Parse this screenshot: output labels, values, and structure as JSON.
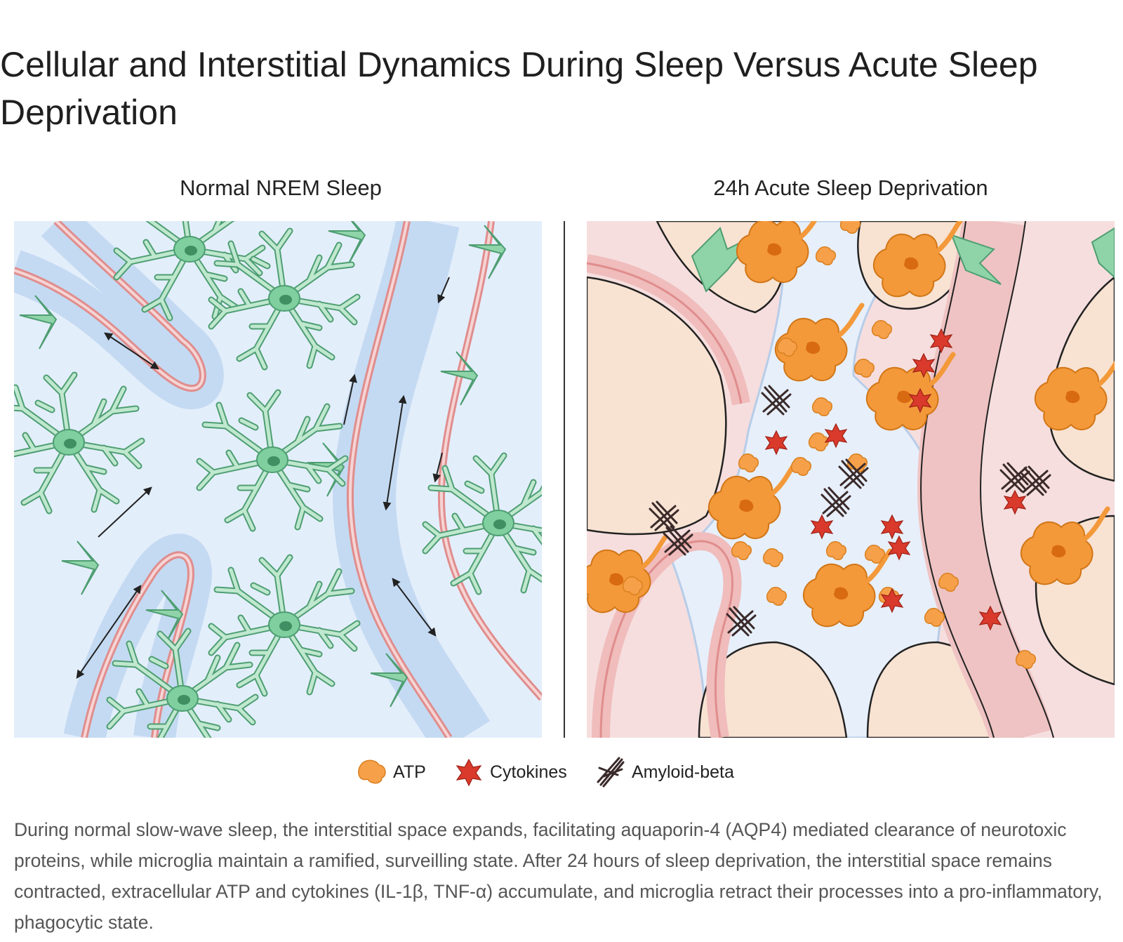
{
  "figure": {
    "title": "Cellular and Interstitial Dynamics During Sleep Versus Acute Sleep Deprivation"
  },
  "panels": {
    "left": {
      "title": "Normal NREM Sleep"
    },
    "right": {
      "title": "24h Acute Sleep Deprivation"
    }
  },
  "legend": {
    "atp": "ATP",
    "cytokines": "Cytokines",
    "amyloid": "Amyloid-beta"
  },
  "caption": "During normal slow-wave sleep, the interstitial space expands, facilitating aquaporin-4 (AQP4) mediated clearance of neurotoxic proteins, while microglia maintain a ramified, surveilling state. After 24 hours of sleep deprivation, the interstitial space remains contracted, extracellular ATP and cytokines (IL-1β, TNF-α) accumulate, and microglia retract their processes into a pro-inflammatory, phagocytic state.",
  "colors": {
    "normal_background": "#e3eefb",
    "deprived_background": "#f6dede",
    "microglia_ramified": "#7fcf9f",
    "microglia_activated": "#f3993a",
    "atp": "#f7a04a",
    "cytokine": "#d93a2b",
    "amyloid": "#3a2a2a",
    "vessel_wall": "#e08d8d"
  },
  "icons": [
    "atp-blob-icon",
    "cytokine-star-icon",
    "amyloid-fibril-icon"
  ]
}
